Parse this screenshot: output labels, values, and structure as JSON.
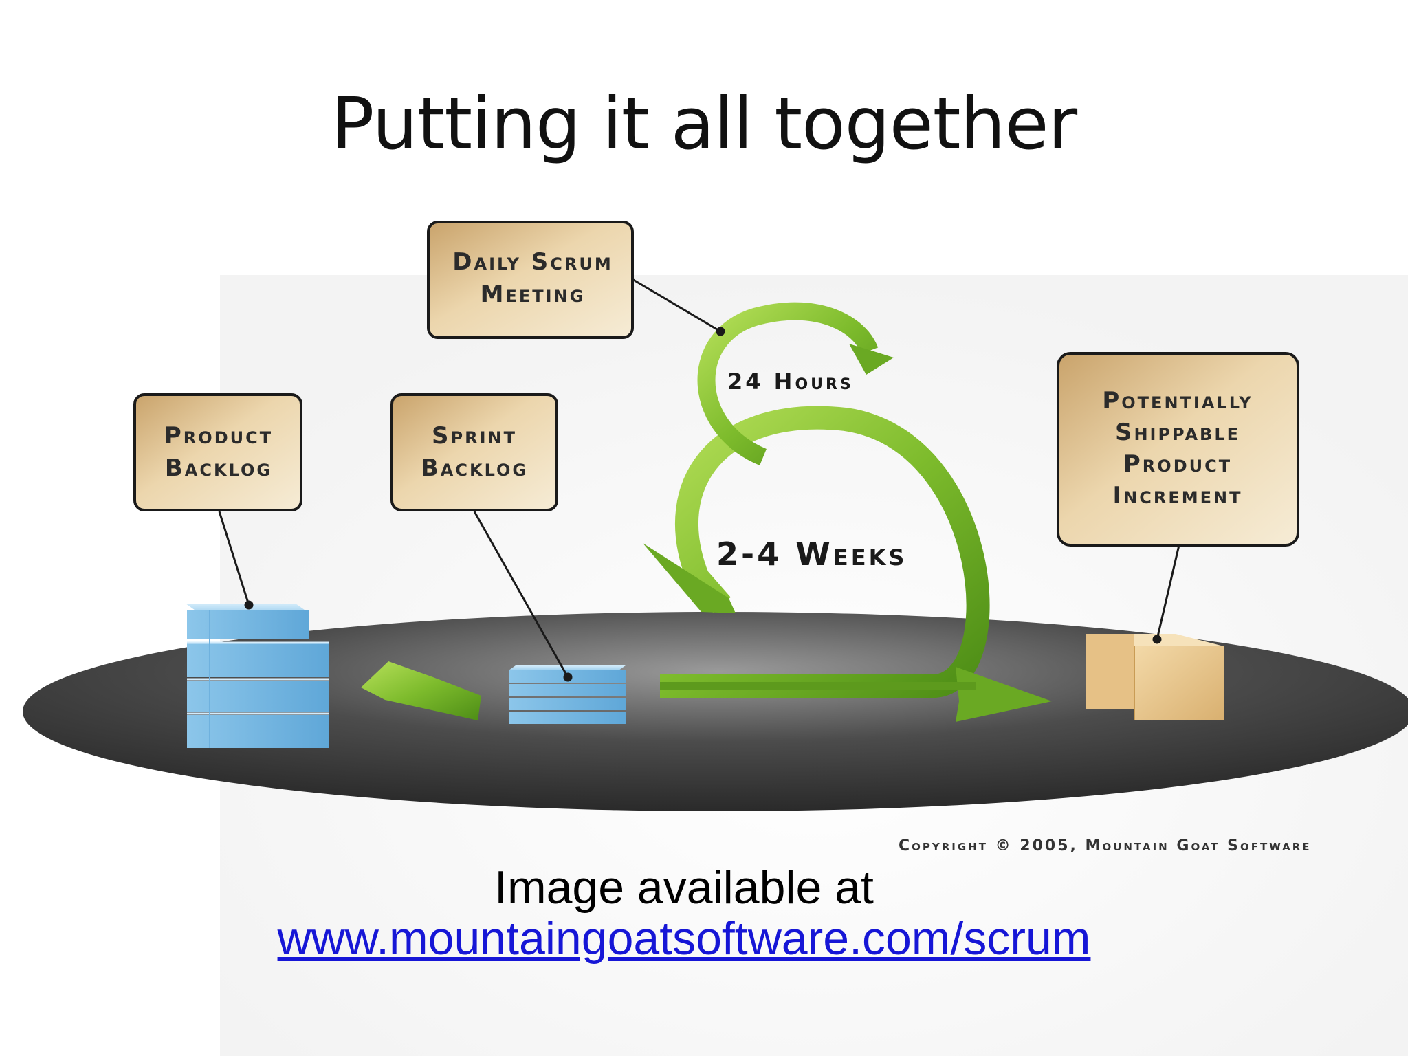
{
  "slide": {
    "title": "Putting it all together",
    "caption": "Image available at",
    "link": "www.mountaingoatsoftware.com/scrum"
  },
  "diagram": {
    "boxes": {
      "daily_scrum": [
        "Daily Scrum",
        "Meeting"
      ],
      "product_backlog": [
        "Product",
        "Backlog"
      ],
      "sprint_backlog": [
        "Sprint",
        "Backlog"
      ],
      "increment": [
        "Potentially",
        "Shippable",
        "Product",
        "Increment"
      ]
    },
    "loop_labels": {
      "daily": "24 Hours",
      "sprint": "2-4 Weeks"
    },
    "copyright": "Copyright © 2005, Mountain Goat Software"
  },
  "colors": {
    "box_fill": "#e6c99a",
    "arrow_green": "#7dbb2c",
    "stack_blue": "#8ec8ea",
    "platform": "#3c3c3c",
    "link": "#1616d6"
  }
}
